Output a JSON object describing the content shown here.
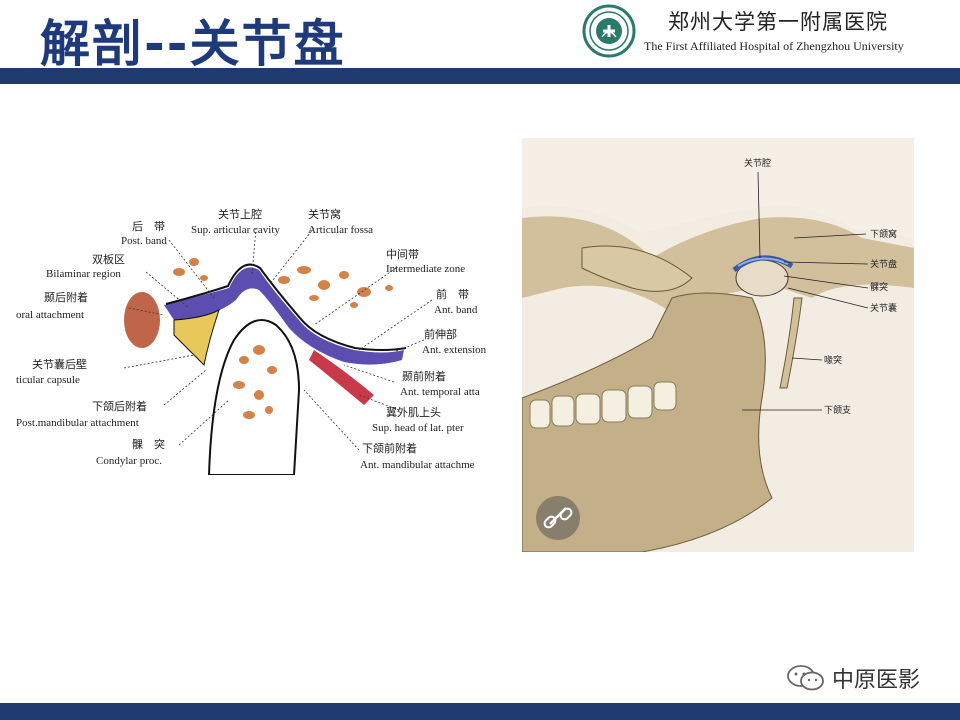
{
  "header": {
    "title": "解剖--关节盘",
    "hospital_cn": "郑州大学第一附属医院",
    "hospital_en": "The First Affiliated Hospital of Zhengzhou University"
  },
  "left_figure": {
    "labels": [
      {
        "cn": "后　带",
        "en": "Post. band"
      },
      {
        "cn": "关节上腔",
        "en": "Sup. articular cavity"
      },
      {
        "cn": "关节窝",
        "en": "Articular fossa"
      },
      {
        "cn": "双板区",
        "en": "Bilaminar region"
      },
      {
        "cn": "中间带",
        "en": "Intermediate zone"
      },
      {
        "cn": "颞后附着",
        "en": "oral attachment"
      },
      {
        "cn": "前　带",
        "en": "Ant. band"
      },
      {
        "cn": "前伸部",
        "en": "Ant. extension"
      },
      {
        "cn": "关节囊后壁",
        "en": "ticular capsule"
      },
      {
        "cn": "颞前附着",
        "en": "Ant. temporal atta"
      },
      {
        "cn": "下颌后附着",
        "en": "Post.mandibular attachment"
      },
      {
        "cn": "翼外肌上头",
        "en": "Sup. head of lat. pter"
      },
      {
        "cn": "髁　突",
        "en": "Condylar proc."
      },
      {
        "cn": "下颌前附着",
        "en": "Ant. mandibular attachme"
      }
    ]
  },
  "right_figure": {
    "labels": [
      "关节腔",
      "下颌窝",
      "关节盘",
      "髁突",
      "关节囊",
      "喙突",
      "下颌支"
    ]
  },
  "watermark": {
    "text": "中原医影"
  },
  "colors": {
    "title": "#1f3a7a",
    "bar": "#1f3a6e",
    "disc": "#4a3aa8",
    "bone": "#d8c7a0"
  }
}
